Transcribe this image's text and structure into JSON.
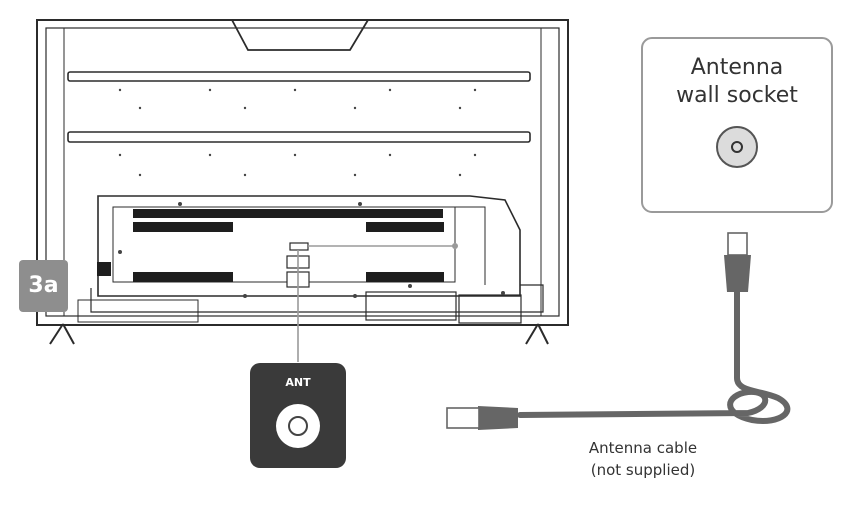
{
  "step_badge": "3a",
  "wall_socket": {
    "title_line1": "Antenna",
    "title_line2": "wall socket"
  },
  "ant_port": {
    "label": "ANT"
  },
  "cable": {
    "label_line1": "Antenna cable",
    "label_line2": "(not supplied)"
  },
  "colors": {
    "outline": "#2b2b2b",
    "cable": "#666666",
    "badge": "#8e8e8e",
    "ant_panel": "#3a3a3a",
    "socket_border": "#9a9a9a"
  }
}
